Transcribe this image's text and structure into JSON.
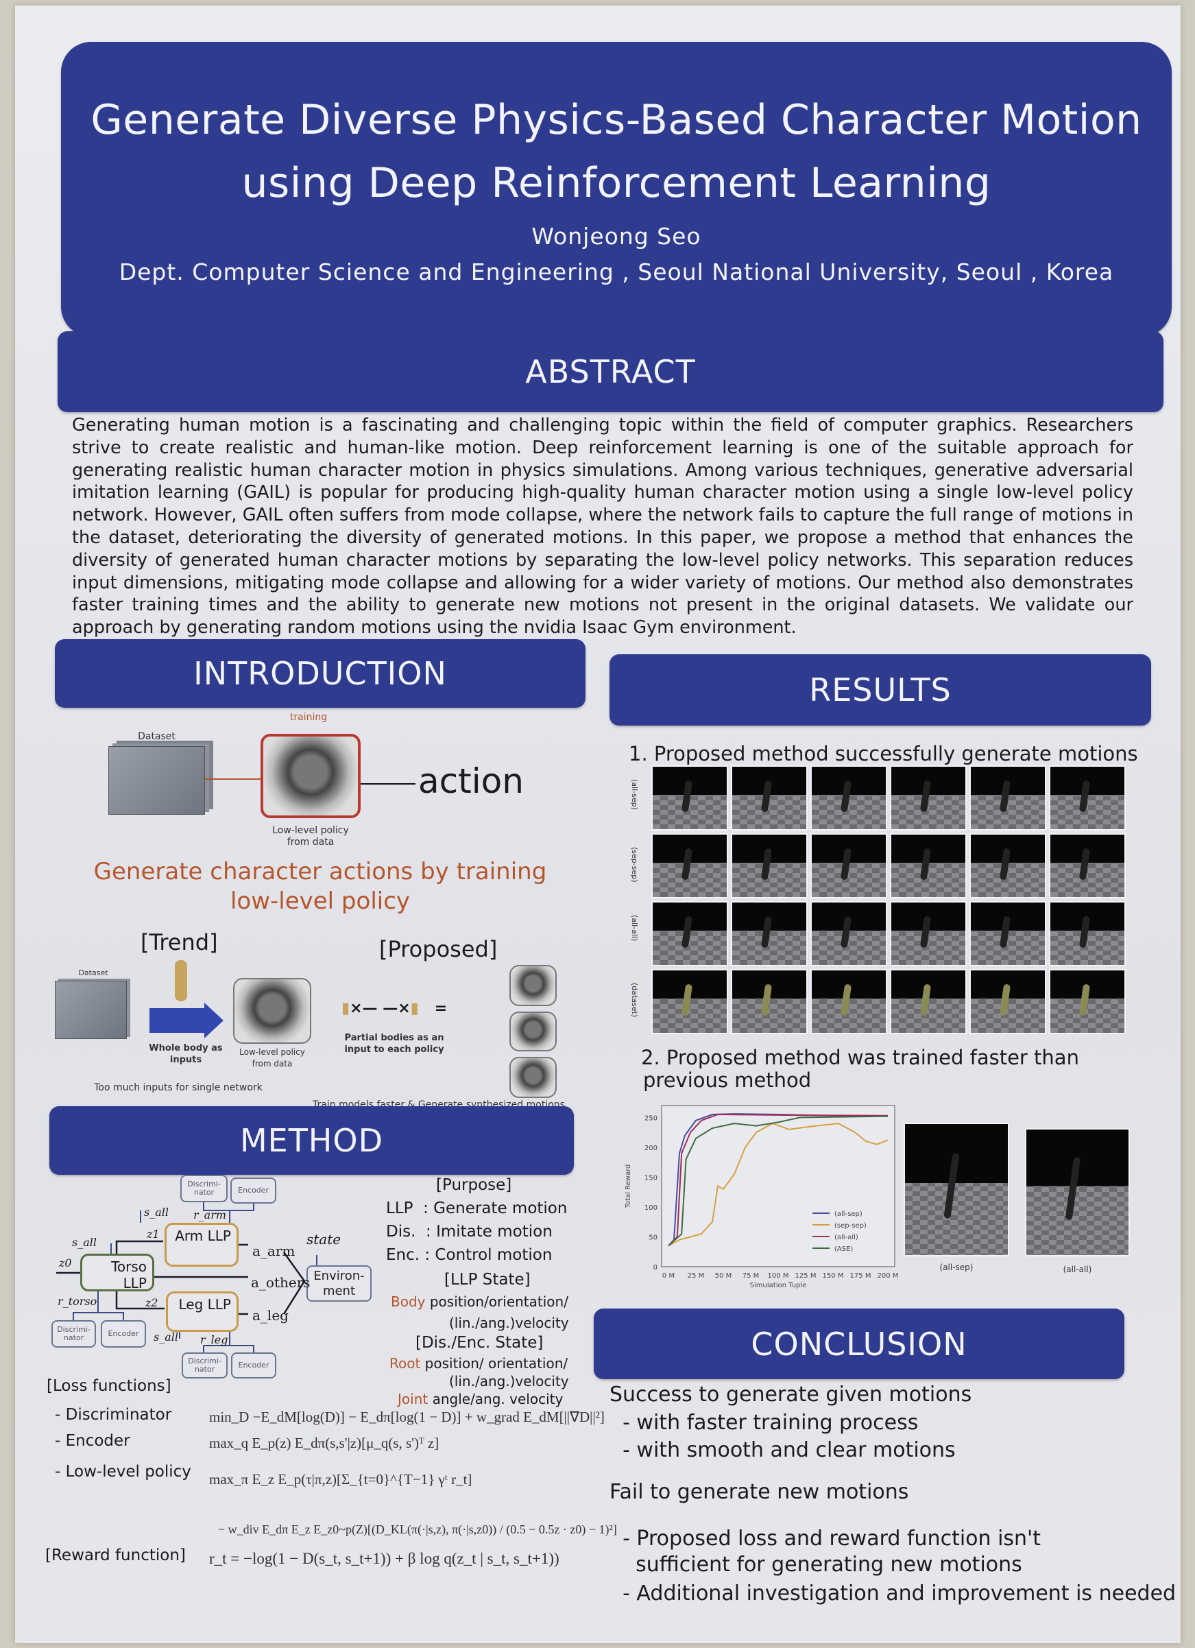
{
  "title": {
    "line1": "Generate Diverse Physics-Based Character Motion",
    "line2": "using Deep Reinforcement Learning",
    "author": "Wonjeong Seo",
    "affiliation": "Dept. Computer Science and Engineering , Seoul National University, Seoul , Korea"
  },
  "abstract": {
    "heading": "ABSTRACT",
    "text": "Generating human motion is a fascinating and challenging topic within the field of computer graphics. Researchers strive to create realistic and human-like motion. Deep reinforcement learning is one of the suitable approach for generating realistic human character motion in physics simulations. Among various techniques, generative adversarial imitation learning (GAIL) is popular for producing high-quality human character motion using a single low-level policy network. However, GAIL often suffers from mode collapse, where the network fails to capture the full range of motions in the dataset, deteriorating the diversity of generated motions. In this paper, we propose a method that enhances the diversity of generated human character motions by separating the low-level policy networks. This separation reduces input dimensions, mitigating mode collapse and allowing for a wider variety of motions. Our method also demonstrates faster training times and the ability to generate new motions not present in the original datasets. We validate our approach by generating random motions using the nvidia Isaac Gym environment."
  },
  "introduction": {
    "heading": "INTRODUCTION",
    "dataset": "Dataset",
    "training": "training",
    "action": "action",
    "policy_caption": "Low-level policy from data",
    "orange_line1": "Generate character actions by training",
    "orange_line2": "low-level policy",
    "trend": "[Trend]",
    "proposed": "[Proposed]",
    "dataset_small": "Dataset",
    "whole_body": "Whole body as inputs",
    "policy_caption2": "Low-level policy from data",
    "too_much": "Too much inputs for single network",
    "partial": "Partial bodies as an input to each policy",
    "train_faster": "Train models faster & Generate synthesized motions"
  },
  "method": {
    "heading": "METHOD",
    "diagram": {
      "discriminator": "Discrimi-nator",
      "encoder": "Encoder",
      "arm": "Arm LLP",
      "torso": "Torso LLP",
      "leg": "Leg LLP",
      "environment": "Environ-ment",
      "state": "state",
      "a_arm": "a_arm",
      "a_others": "a_others",
      "a_leg": "a_leg",
      "s_all": "s_all",
      "r_arm": "r_arm",
      "r_torso": "r_torso",
      "r_leg": "r_leg",
      "z0": "z0",
      "z1": "z1",
      "z2": "z2"
    },
    "purpose": [
      "[Purpose]",
      "LLP  : Generate motion",
      "Dis.  : Imitate motion",
      "Enc. : Control motion"
    ],
    "llp_state": {
      "heading": "[LLP State]",
      "key": "Body",
      "l1": " position/orientation/",
      "l2": "(lin./ang.)velocity"
    },
    "dis_state": {
      "heading": "[Dis./Enc. State]",
      "root_key": "Root",
      "root": " position/ orientation/",
      "root2": "(lin./ang.)velocity",
      "joint_key": "Joint",
      "joint": " angle/ang. velocity"
    },
    "loss_heading": "[Loss functions]",
    "losses": [
      {
        "name": "- Discriminator",
        "formula": "min_D −E_dM[log(D)] − E_dπ[log(1 − D)] + w_grad E_dM[||∇D||²]"
      },
      {
        "name": "- Encoder",
        "formula": "max_q E_p(z) E_dπ(s,s'|z)[μ_q(s, s')ᵀ z]"
      },
      {
        "name": "- Low-level policy",
        "formula": "max_π E_z E_p(τ|π,z)[Σ_{t=0}^{T−1} γᵗ r_t]",
        "formula2": "− w_div E_dπ E_z E_z0~p(Z)[(D_KL(π(·|s,z), π(·|s,z0)) / (0.5 − 0.5z · z0) − 1)²]"
      }
    ],
    "reward_heading": "[Reward function]",
    "reward": "r_t = −log(1 − D(s_t, s_t+1)) + β log q(z_t | s_t, s_t+1))"
  },
  "results": {
    "heading": "RESULTS",
    "item1": "1. Proposed method successfully generate motions",
    "row_labels": [
      "(all-sep)",
      "(sep-sep)",
      "(all-all)",
      "(dataset)"
    ],
    "item2_line1": "2. Proposed method was trained faster than",
    "item2_line2": "previous method",
    "img_captions": [
      "(all-sep)",
      "(all-all)"
    ]
  },
  "chart_data": {
    "type": "line",
    "title": "",
    "xlabel": "Simulation Tuple",
    "ylabel": "Total Reward",
    "xlim": [
      0,
      200
    ],
    "ylim": [
      0,
      270
    ],
    "xticks": [
      "0 M",
      "25 M",
      "50 M",
      "75 M",
      "100 M",
      "125 M",
      "150 M",
      "175 M",
      "200 M"
    ],
    "yticks": [
      "0",
      "50",
      "100",
      "150",
      "200",
      "250"
    ],
    "legend": "bottom-right",
    "series": [
      {
        "name": "(all-sep)",
        "color": "#4a4aa0",
        "x": [
          0,
          5,
          10,
          15,
          25,
          40,
          60,
          100,
          150,
          200
        ],
        "y": [
          35,
          45,
          190,
          220,
          245,
          255,
          256,
          255,
          253,
          252
        ]
      },
      {
        "name": "(sep-sep)",
        "color": "#d9a03a",
        "x": [
          0,
          10,
          20,
          30,
          40,
          45,
          50,
          60,
          70,
          80,
          95,
          110,
          130,
          155,
          170,
          180,
          190,
          200
        ],
        "y": [
          35,
          45,
          50,
          55,
          75,
          135,
          130,
          155,
          200,
          225,
          240,
          230,
          235,
          240,
          225,
          210,
          205,
          212
        ]
      },
      {
        "name": "(all-all)",
        "color": "#9c2f55",
        "x": [
          0,
          8,
          12,
          20,
          30,
          45,
          100,
          200
        ],
        "y": [
          35,
          50,
          190,
          225,
          245,
          255,
          254,
          253
        ]
      },
      {
        "name": "(ASE)",
        "color": "#3f6a3f",
        "x": [
          0,
          12,
          16,
          25,
          40,
          60,
          80,
          100,
          120,
          200
        ],
        "y": [
          35,
          55,
          180,
          215,
          232,
          240,
          236,
          242,
          250,
          252
        ]
      }
    ]
  },
  "conclusion": {
    "heading": "CONCLUSION",
    "lines": [
      "Success to generate given motions",
      "  - with faster training process",
      "  - with smooth and clear motions",
      "Fail to generate new motions",
      "  - Proposed loss and reward function isn't",
      "    sufficient for generating new motions",
      "  - Additional investigation and improvement is needed"
    ]
  },
  "colors": {
    "header": "#2f3b8f",
    "orange": "#b5562c",
    "llp_border": "#c89a4c"
  }
}
